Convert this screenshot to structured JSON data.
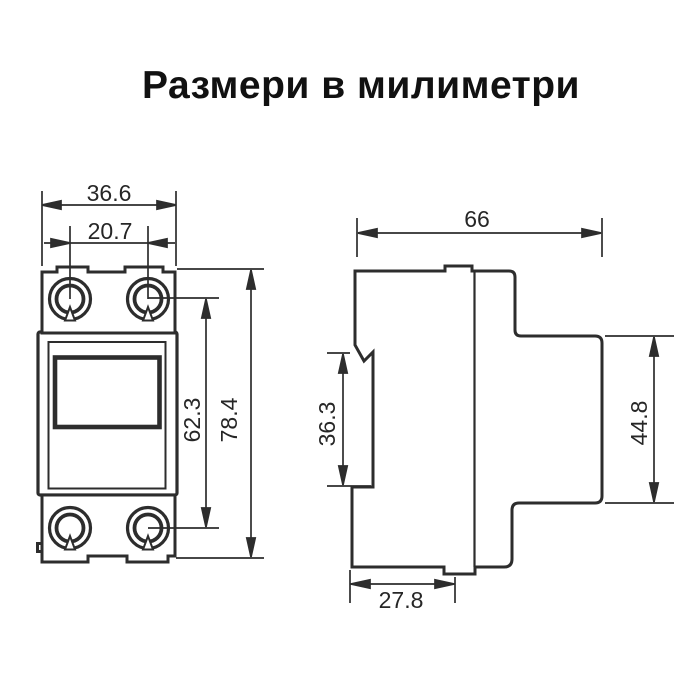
{
  "title": "Размери в милиметри",
  "front_view": {
    "dim_width_total": "36.6",
    "dim_terminal_pitch": "20.7",
    "dim_terminal_centers_height": "62.3",
    "dim_height_total": "78.4"
  },
  "side_view": {
    "dim_depth_total": "66",
    "dim_din_recess_height": "36.3",
    "dim_rear_height": "44.8",
    "dim_bottom_depth": "27.8"
  }
}
